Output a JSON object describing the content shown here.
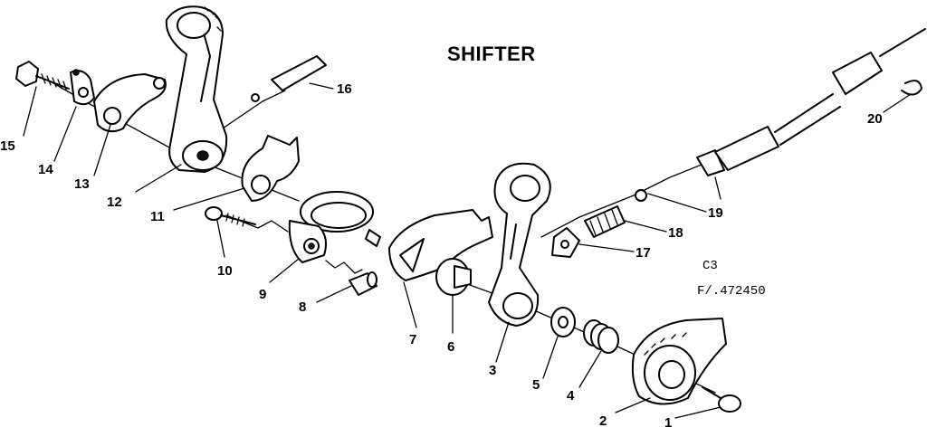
{
  "title": "SHIFTER",
  "code_lines": [
    "C3",
    "F/.472450"
  ],
  "callouts": [
    {
      "id": "c1",
      "label": "1"
    },
    {
      "id": "c2",
      "label": "2"
    },
    {
      "id": "c3",
      "label": "3"
    },
    {
      "id": "c4",
      "label": "4"
    },
    {
      "id": "c5",
      "label": "5"
    },
    {
      "id": "c6",
      "label": "6"
    },
    {
      "id": "c7",
      "label": "7"
    },
    {
      "id": "c8",
      "label": "8"
    },
    {
      "id": "c9",
      "label": "9"
    },
    {
      "id": "c10",
      "label": "10"
    },
    {
      "id": "c11",
      "label": "11"
    },
    {
      "id": "c12",
      "label": "12"
    },
    {
      "id": "c13",
      "label": "13"
    },
    {
      "id": "c14",
      "label": "14"
    },
    {
      "id": "c15",
      "label": "15"
    },
    {
      "id": "c16",
      "label": "16"
    },
    {
      "id": "c17",
      "label": "17"
    },
    {
      "id": "c18",
      "label": "18"
    },
    {
      "id": "c19",
      "label": "19"
    },
    {
      "id": "c20",
      "label": "20"
    }
  ]
}
